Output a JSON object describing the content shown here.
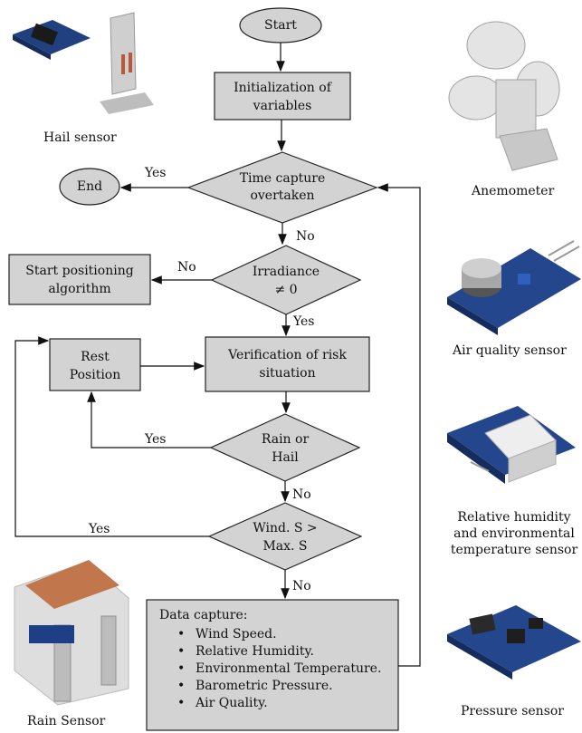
{
  "flowchart": {
    "start": "Start",
    "init": [
      "Initialization of",
      "variables"
    ],
    "time_capture": [
      "Time capture",
      "overtaken"
    ],
    "end": "End",
    "irradiance": [
      "Irradiance",
      "≠ 0"
    ],
    "start_positioning": [
      "Start positioning",
      "algorithm"
    ],
    "verification": [
      "Verification of risk",
      "situation"
    ],
    "rest_position": [
      "Rest",
      "Position"
    ],
    "rain_hail": [
      "Rain or",
      "Hail"
    ],
    "wind": [
      "Wind. S >",
      "Max. S"
    ],
    "data_capture_title": "Data capture:",
    "data_capture_items": [
      "Wind Speed.",
      "Relative Humidity.",
      "Environmental Temperature.",
      "Barometric Pressure.",
      "Air Quality."
    ],
    "edge_labels": {
      "time_yes": "Yes",
      "time_no": "No",
      "irr_no": "No",
      "irr_yes": "Yes",
      "rain_yes": "Yes",
      "rain_no": "No",
      "wind_yes": "Yes",
      "wind_no": "No"
    }
  },
  "sensors": {
    "hail": "Hail sensor",
    "anemometer": "Anemometer",
    "air_quality": "Air quality sensor",
    "humidity": "Relative humidity and environmental temperature sensor",
    "pressure": "Pressure sensor",
    "rain": "Rain Sensor"
  },
  "colors": {
    "node_fill": "#d3d3d3",
    "stroke": "#222222",
    "board_blue": "#1f3f86"
  }
}
